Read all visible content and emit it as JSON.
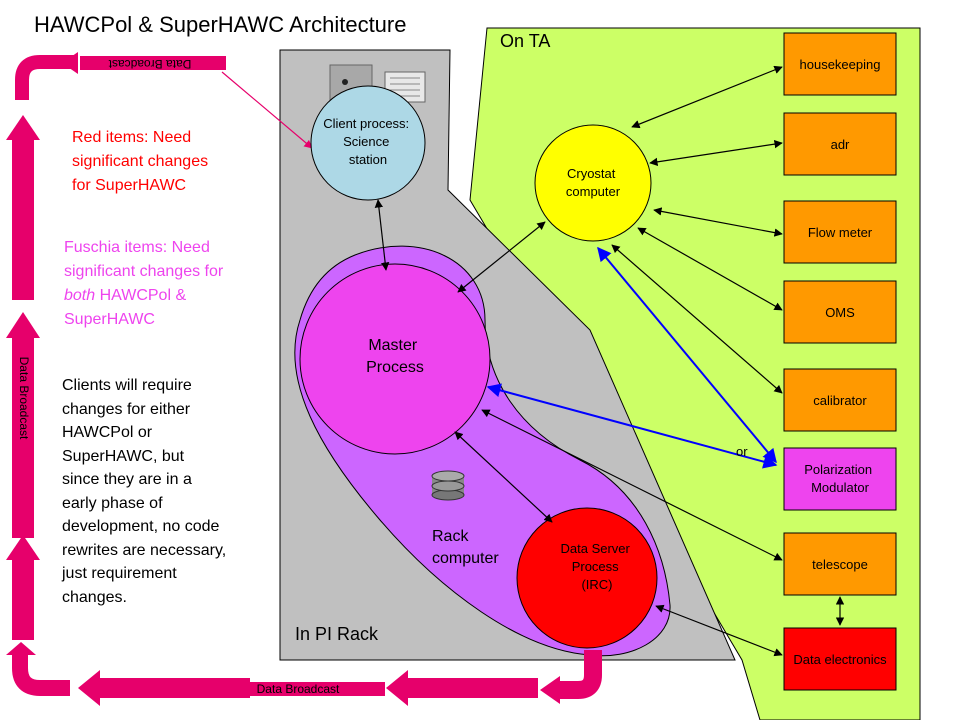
{
  "title": "HAWCPol & SuperHAWC Architecture",
  "regions": {
    "on_ta": "On TA",
    "in_pi_rack": "In PI Rack",
    "rack_computer": [
      "Rack",
      "computer"
    ]
  },
  "notes": {
    "red": [
      "Red items: Need",
      "significant changes",
      "for SuperHAWC"
    ],
    "fuschia": [
      "Fuschia items:  Need",
      "significant changes for",
      "both",
      " HAWCPol &",
      "SuperHAWC"
    ],
    "clients": [
      "Clients will require",
      "changes for either",
      "HAWCPol or",
      "SuperHAWC, but",
      "since they are in a",
      "early phase of",
      "development, no code",
      "rewrites are necessary,",
      "just requirement",
      "changes."
    ]
  },
  "nodes": {
    "client": [
      "Client process:",
      "Science",
      "station"
    ],
    "master": [
      "Master",
      "Process"
    ],
    "cryostat": [
      "Cryostat",
      "computer"
    ],
    "data_server": [
      "Data Server",
      "Process",
      "(IRC)"
    ]
  },
  "devices": {
    "housekeeping": "housekeeping",
    "adr": "adr",
    "flow_meter": "Flow meter",
    "oms": "OMS",
    "calibrator": "calibrator",
    "polarization_modulator": [
      "Polarization",
      "Modulator"
    ],
    "telescope": "telescope",
    "data_electronics": "Data electronics"
  },
  "labels": {
    "or": "or",
    "broadcast_top": "Data Broadcast",
    "broadcast_left": "Data Broadcast",
    "broadcast_bottom": "Data Broadcast"
  },
  "colors": {
    "ta_region": "#ccff66",
    "rack_region": "#c0c0c0",
    "master_region": "#cc66ff",
    "master": "#ee44ee",
    "client": "#add8e6",
    "cryostat": "#ffff00",
    "data_server": "#ff0000",
    "device": "#ff9900",
    "polarization_modulator": "#ee44ee",
    "data_electronics": "#ff0000",
    "red_text": "#ff0000",
    "fuschia_text": "#ee44ee",
    "broadcast": "#e6006b",
    "blue_link": "#0000ff"
  }
}
